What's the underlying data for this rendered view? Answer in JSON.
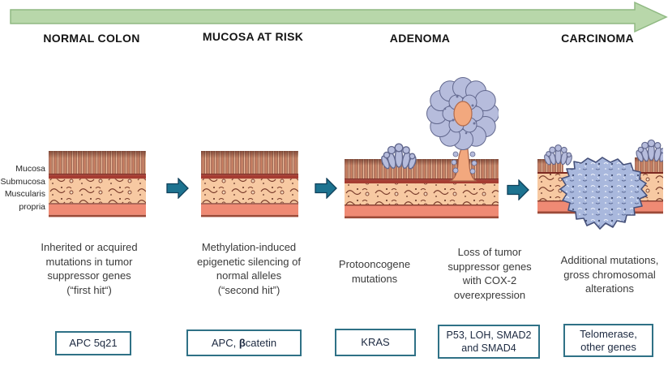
{
  "stages": [
    "NORMAL COLON",
    "MUCOSA AT RISK",
    "ADENOMA",
    "CARCINOMA"
  ],
  "tissue_layer_labels": "Mucosa\nSubmucosa\nMuscularis\npropria",
  "annotations": [
    {
      "description": "Inherited or acquired\nmutations in tumor\nsuppressor genes\n(“first hit“)",
      "gene_box": "APC 5q21"
    },
    {
      "description": "Methylation-induced\nepigenetic silencing of\nnormal alleles\n(“second hit”)",
      "gene_box_prefix": "APC, ",
      "gene_box_beta": "β",
      "gene_box_suffix": "catetin"
    },
    {
      "description": "Protooncogene\nmutations",
      "gene_box": "KRAS"
    },
    {
      "description": "Loss of tumor\nsuppressor genes\nwith COX-2\noverexpression",
      "gene_box": "P53, LOH, SMAD2\nand SMAD4"
    },
    {
      "description": "Additional mutations,\ngross chromosomal\nalterations",
      "gene_box": "Telomerase,\nother genes"
    }
  ],
  "colors": {
    "progression_arrow_fill": "#b8d7aa",
    "progression_arrow_stroke": "#8fb982",
    "step_arrow_fill": "#1d7390",
    "gene_box_border": "#2f7186",
    "villi": "#e0a486",
    "muscularis_mucosae_band": "#a63c32",
    "submucosa": "#f7c9a2",
    "muscularis_propria": "#ef8a74",
    "adenoma_polyp": "#b6bcdc",
    "carcinoma_mass": "#a9b8dd"
  }
}
